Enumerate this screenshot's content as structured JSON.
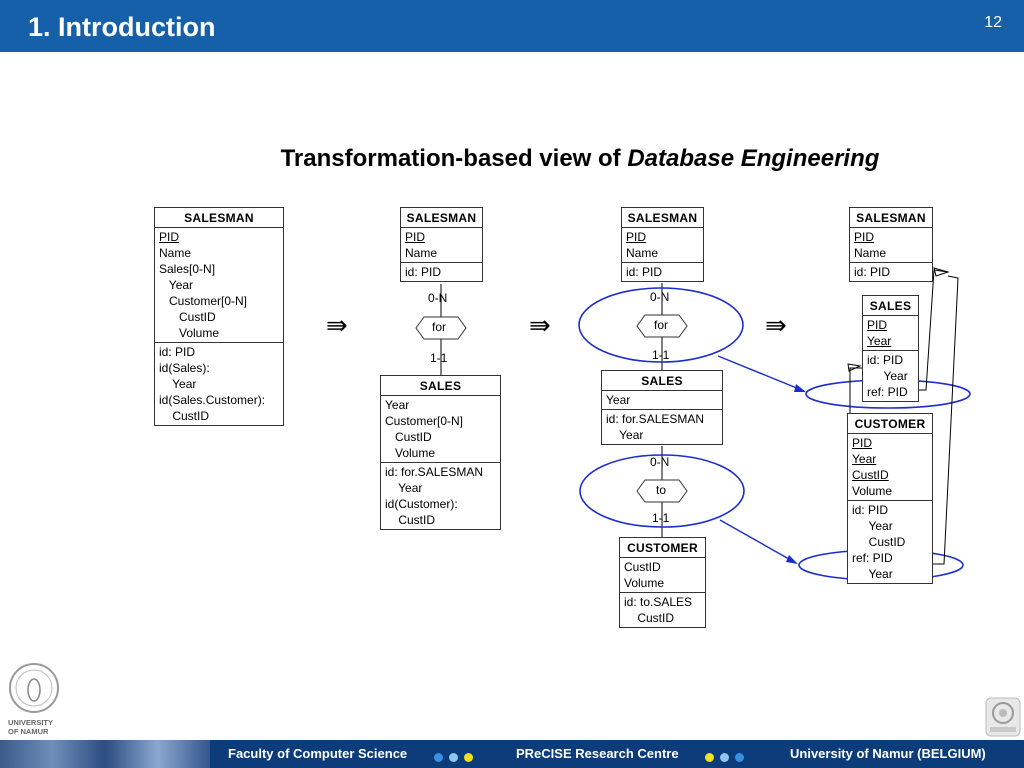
{
  "header": {
    "title": "1. Introduction",
    "page_number": "12"
  },
  "subtitle": {
    "plain": "Transformation-based view of ",
    "italic": "Database Engineering"
  },
  "schema1": {
    "name": "SALESMAN",
    "attrs": [
      "PID",
      "Name",
      "Sales[0-N]",
      "   Year",
      "   Customer[0-N]",
      "      CustID",
      "      Volume"
    ],
    "ids": [
      "id: PID",
      "id(Sales):",
      "    Year",
      "id(Sales.Customer):",
      "    CustID"
    ]
  },
  "schema2": {
    "salesman": {
      "name": "SALESMAN",
      "attrs": [
        "PID",
        "Name"
      ],
      "ids": [
        "id: PID"
      ]
    },
    "rel": {
      "label": "for",
      "card_top": "0-N",
      "card_bottom": "1-1"
    },
    "sales": {
      "name": "SALES",
      "attrs": [
        "Year",
        "Customer[0-N]",
        "   CustID",
        "   Volume"
      ],
      "ids": [
        "id: for.SALESMAN",
        "    Year",
        "id(Customer):",
        "    CustID"
      ]
    }
  },
  "schema3": {
    "salesman": {
      "name": "SALESMAN",
      "attrs": [
        "PID",
        "Name"
      ],
      "ids": [
        "id: PID"
      ]
    },
    "rel1": {
      "label": "for",
      "card_top": "0-N",
      "card_bottom": "1-1"
    },
    "sales": {
      "name": "SALES",
      "attrs": [
        "Year"
      ],
      "ids": [
        "id: for.SALESMAN",
        "    Year"
      ]
    },
    "rel2": {
      "label": "to",
      "card_top": "0-N",
      "card_bottom": "1-1"
    },
    "customer": {
      "name": "CUSTOMER",
      "attrs": [
        "CustID",
        "Volume"
      ],
      "ids": [
        "id: to.SALES",
        "    CustID"
      ]
    }
  },
  "schema4": {
    "salesman": {
      "name": "SALESMAN",
      "attrs": [
        "PID",
        "Name"
      ],
      "ids": [
        "id: PID"
      ]
    },
    "sales": {
      "name": "SALES",
      "attrs": [
        "PID",
        "Year"
      ],
      "ids": [
        "id: PID",
        "     Year",
        "ref: PID"
      ]
    },
    "customer": {
      "name": "CUSTOMER",
      "attrs": [
        "PID",
        "Year",
        "CustID",
        "Volume"
      ],
      "ids": [
        "id: PID",
        "     Year",
        "     CustID",
        "ref: PID",
        "     Year"
      ]
    }
  },
  "transform_symbol": "⇛",
  "footer": {
    "faculty": "Faculty of Computer Science",
    "centre": "PReCISE Research Centre",
    "university": "University of Namur (BELGIUM)",
    "logo_text_1": "UNIVERSITY",
    "logo_text_2": "OF NAMUR",
    "dot_colors": [
      "#3b8fe0",
      "#8ec8f0",
      "#f0e020"
    ]
  },
  "colors": {
    "header_bg": "#1560a8",
    "highlight": "#1a2ecc"
  }
}
